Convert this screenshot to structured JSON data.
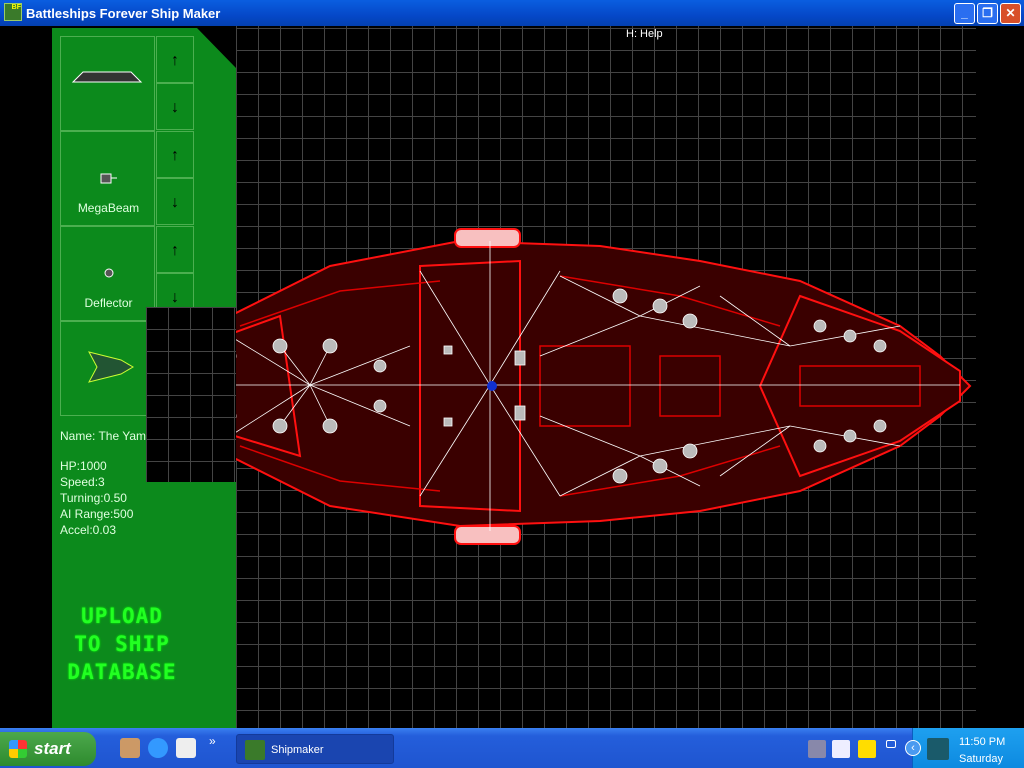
{
  "window": {
    "title": "Battleships Forever Ship Maker",
    "app_icon_text": "BF",
    "buttons": {
      "minimize": "_",
      "maximize": "❐",
      "close": "✕"
    }
  },
  "editor": {
    "help_hint": "H: Help",
    "parts": [
      {
        "label": ""
      },
      {
        "label": "MegaBeam"
      },
      {
        "label": "Deflector"
      },
      {
        "label": ""
      }
    ],
    "arrow_up": "↑",
    "arrow_down": "↓",
    "ship_name": "Name: The Yam",
    "stats": [
      "HP:1000",
      "Speed:3",
      "Turning:0.50",
      "AI Range:500",
      "Accel:0.03"
    ],
    "upload_lines": [
      "UPLOAD",
      "TO SHIP",
      "DATABASE"
    ]
  },
  "taskbar": {
    "start_label": "start",
    "quicklaunch_more": "»",
    "task_label": "Shipmaker",
    "clock": "11:50 PM",
    "day": "Saturday",
    "tray_collapse": "‹"
  },
  "colors": {
    "panel": "#0c8a1c",
    "hull": "#e01010",
    "start": "#2e8b2e"
  }
}
